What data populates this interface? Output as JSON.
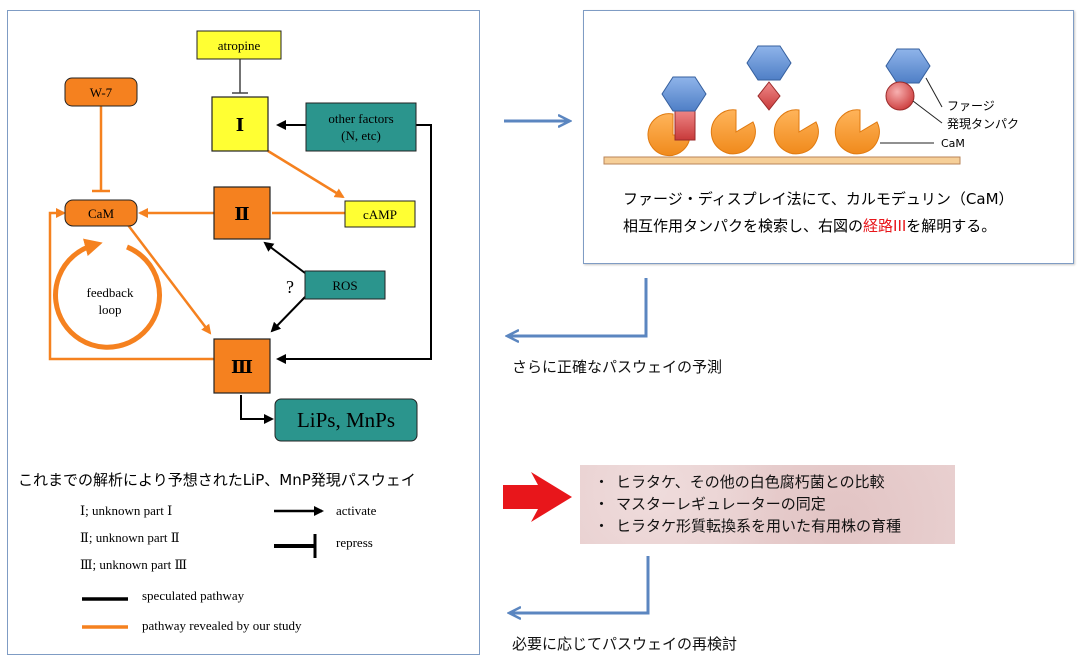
{
  "left": {
    "nodes": {
      "atropine": "atropine",
      "w7": "W-7",
      "n1": "Ⅰ",
      "other_factors_1": "other factors",
      "other_factors_2": "(N, etc)",
      "cam": "CaM",
      "n2": "Ⅱ",
      "camp": "cAMP",
      "ros": "ROS",
      "question": "?",
      "feedback_1": "feedback",
      "feedback_2": "loop",
      "n3": "Ⅲ",
      "lips": "LiPs, MnPs"
    },
    "caption": "これまでの解析により予想されたLiP、MnP発現パスウェイ",
    "legend": {
      "part1": "Ⅰ; unknown part  Ⅰ",
      "part2": "Ⅱ; unknown part  Ⅱ",
      "part3": "Ⅲ; unknown part  Ⅲ",
      "activate": "activate",
      "repress": "repress",
      "speculated": "speculated pathway",
      "revealed": "pathway revealed by our study"
    }
  },
  "right": {
    "label_phage_1": "ファージ",
    "label_phage_2": "発現タンパク",
    "label_cam": "CaM",
    "desc_line1": "ファージ・ディスプレイ法にて、カルモデュリン（CaM）",
    "desc_line2_a": "相互作用タンパクを検索し、右図の",
    "desc_line2_red": "経路III",
    "desc_line2_b": "を解明する。"
  },
  "flow": {
    "step1": "さらに正確なパスウェイの予測",
    "bullets": [
      "ヒラタケ、その他の白色腐朽菌との比較",
      "マスターレギュレーターの同定",
      "ヒラタケ形質転換系を用いた有用株の育種"
    ],
    "step2": "必要に応じてパスウェイの再検討"
  },
  "colors": {
    "orange": "#f5811f",
    "yellow": "#ffff33",
    "teal": "#2b958d",
    "flow_arrow": "#5b86c0",
    "red_arrow": "#e8161b",
    "highlight_red": "#e8161b"
  }
}
